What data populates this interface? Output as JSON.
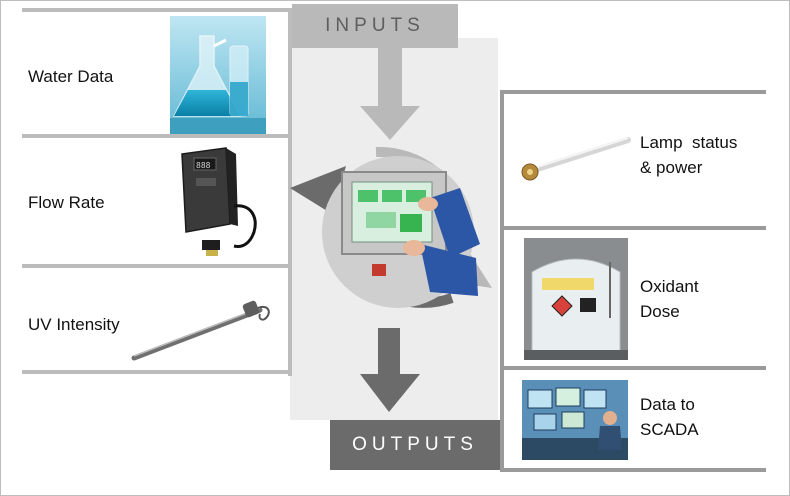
{
  "banners": {
    "inputs": "INPUTS",
    "outputs": "OUTPUTS"
  },
  "inputs": [
    {
      "label": "Water Data",
      "icon": "lab-flask-icon"
    },
    {
      "label": "Flow Rate",
      "icon": "flow-meter-icon"
    },
    {
      "label": "UV Intensity",
      "icon": "uv-sensor-icon"
    }
  ],
  "outputs": [
    {
      "line1": "Lamp  status",
      "line2": "& power",
      "icon": "uv-lamp-icon"
    },
    {
      "line1": "Oxidant",
      "line2": "Dose",
      "icon": "chemical-tank-icon"
    },
    {
      "line1": "Data to",
      "line2": "SCADA",
      "icon": "control-room-icon"
    }
  ],
  "colors": {
    "light_gray": "#bcbcbc",
    "dark_gray": "#6b6b6b",
    "panel": "#ededed"
  }
}
